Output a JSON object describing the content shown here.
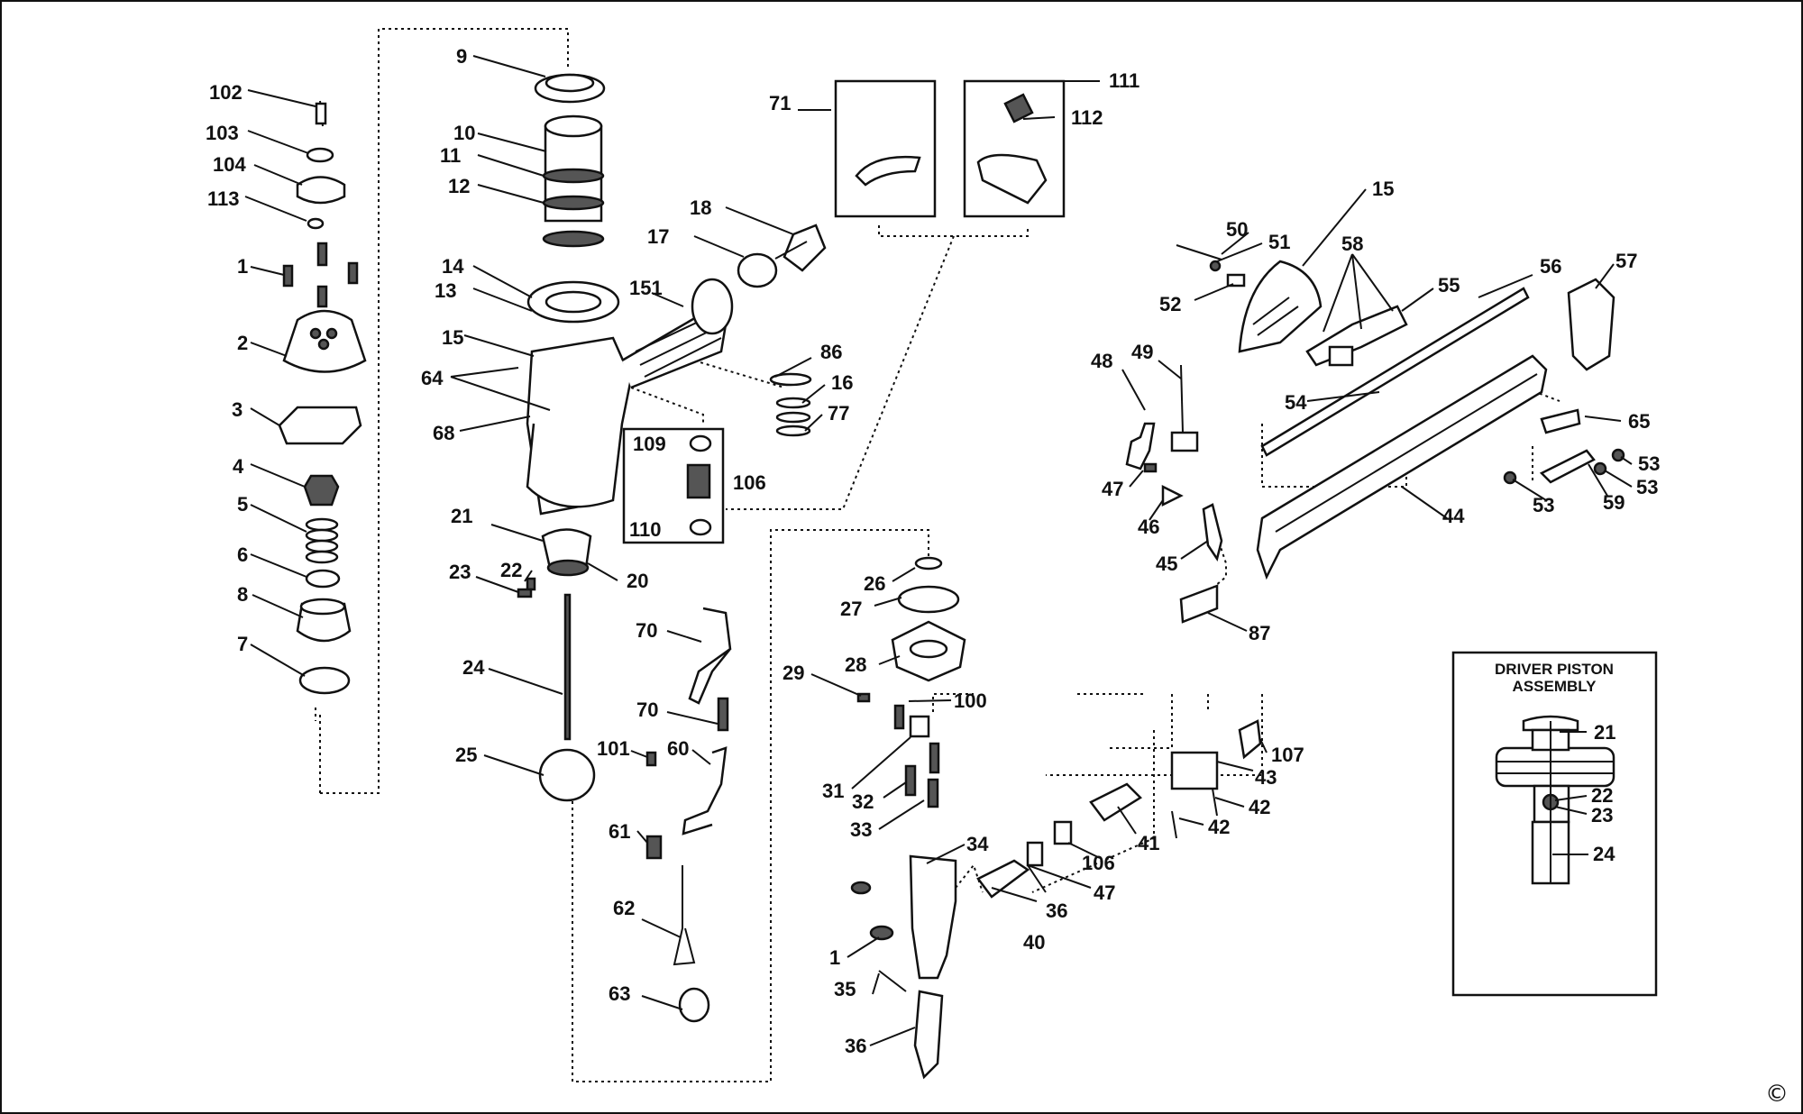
{
  "diagram": {
    "inset_title_line1": "DRIVER PISTON",
    "inset_title_line2": "ASSEMBLY",
    "copyright_symbol": "©",
    "labels": {
      "l102": "102",
      "l103": "103",
      "l104": "104",
      "l113": "113",
      "l1a": "1",
      "l2": "2",
      "l3": "3",
      "l4": "4",
      "l5": "5",
      "l6": "6",
      "l8": "8",
      "l7": "7",
      "l9": "9",
      "l10": "10",
      "l11": "11",
      "l12": "12",
      "l14": "14",
      "l13": "13",
      "l15a": "15",
      "l64": "64",
      "l68": "68",
      "l151": "151",
      "l17": "17",
      "l18": "18",
      "l71": "71",
      "l111": "111",
      "l112": "112",
      "l86": "86",
      "l16": "16",
      "l77": "77",
      "l109": "109",
      "l106a": "106",
      "l110": "110",
      "l21a": "21",
      "l22a": "22",
      "l23a": "23",
      "l20": "20",
      "l24a": "24",
      "l25": "25",
      "l70a": "70",
      "l70b": "70",
      "l101": "101",
      "l60": "60",
      "l61": "61",
      "l62": "62",
      "l63": "63",
      "l26": "26",
      "l27": "27",
      "l28": "28",
      "l29": "29",
      "l100": "100",
      "l31": "31",
      "l32": "32",
      "l33": "33",
      "l34": "34",
      "l1b": "1",
      "l35": "35",
      "l36a": "36",
      "l36b": "36",
      "l40": "40",
      "l47a": "47",
      "l106b": "106",
      "l41": "41",
      "l42a": "42",
      "l42b": "42",
      "l43": "43",
      "l107": "107",
      "l15b": "15",
      "l50": "50",
      "l51": "51",
      "l52": "52",
      "l58": "58",
      "l55": "55",
      "l56": "56",
      "l57": "57",
      "l48": "48",
      "l49": "49",
      "l54": "54",
      "l65": "65",
      "l47b": "47",
      "l46": "46",
      "l45": "45",
      "l44": "44",
      "l53a": "53",
      "l53b": "53",
      "l53c": "53",
      "l59": "59",
      "l87": "87",
      "l21b": "21",
      "l22b": "22",
      "l23b": "23",
      "l24b": "24"
    }
  }
}
